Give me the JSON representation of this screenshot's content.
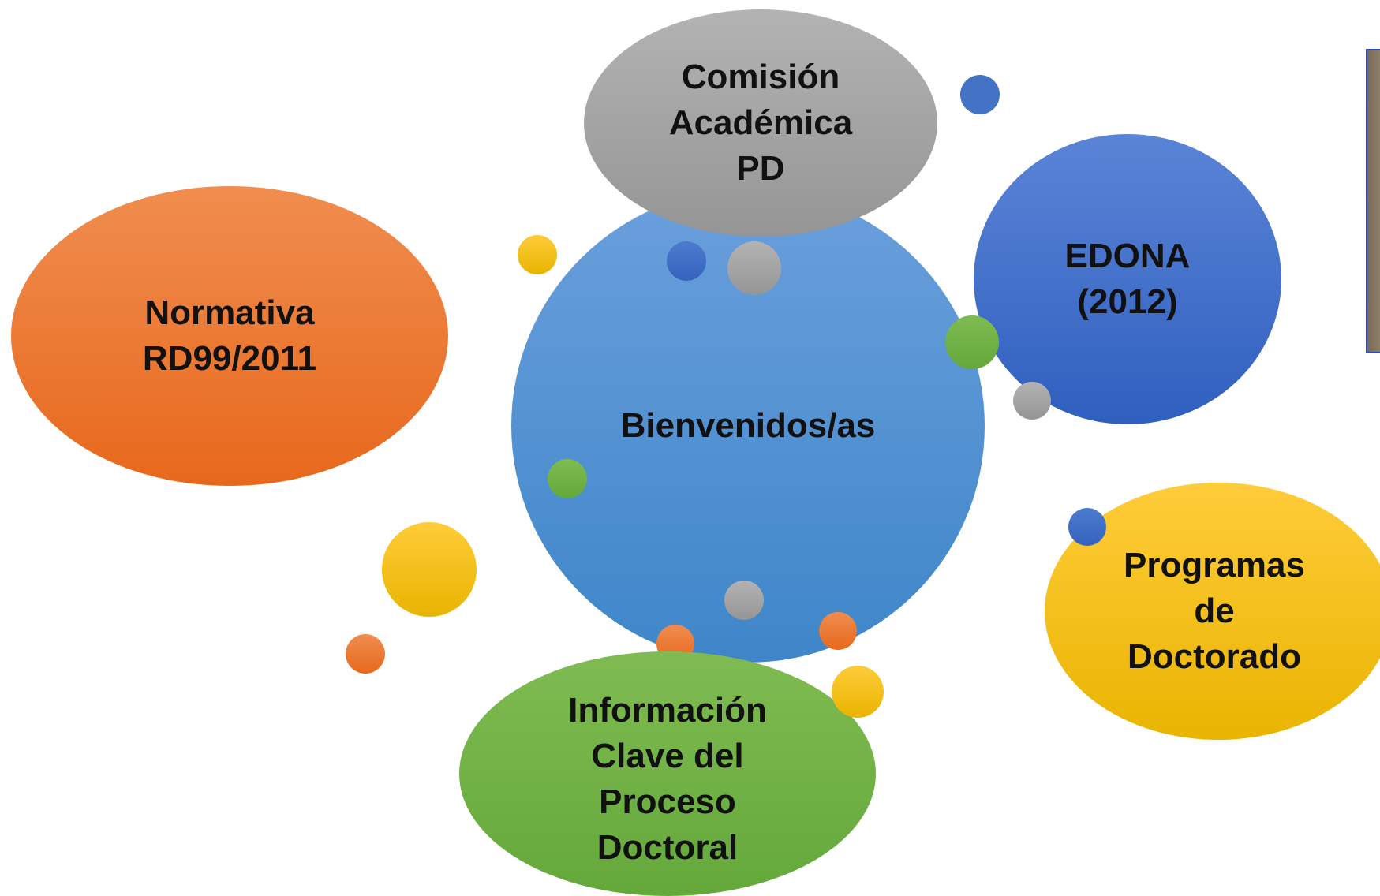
{
  "nodes": {
    "center": {
      "lines": [
        "Bienvenidos/as"
      ]
    },
    "comision": {
      "lines": [
        "Comisión",
        "Académica",
        "PD"
      ]
    },
    "edona": {
      "lines": [
        "EDONA",
        "(2012)"
      ]
    },
    "normativa": {
      "lines": [
        "Normativa",
        "RD99/2011"
      ]
    },
    "programas": {
      "lines": [
        "Programas",
        "de",
        "Doctorado"
      ]
    },
    "informacion": {
      "lines": [
        "Información",
        "Clave del",
        "Proceso",
        "Doctoral"
      ]
    }
  },
  "colors": {
    "center": "#5b9bd5",
    "comision": "#a5a5a5",
    "edona": "#4472c4",
    "normativa": "#ed7d31",
    "programas": "#ffc000",
    "informacion": "#70ad47",
    "photo_border": "#2b4bbd"
  }
}
